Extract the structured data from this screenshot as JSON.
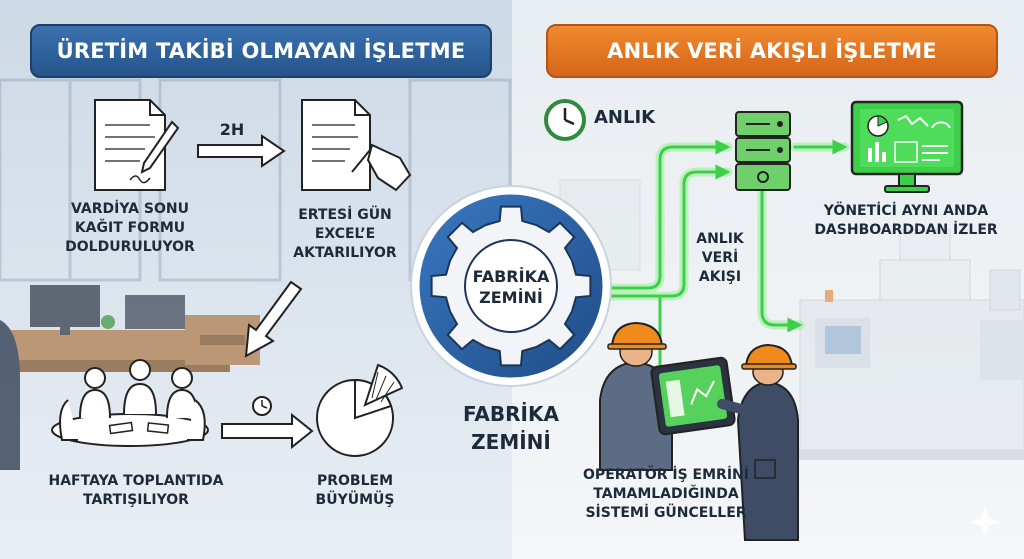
{
  "left_panel": {
    "title": "ÜRETİM TAKİBİ OLMAYAN İŞLETME",
    "arrow_label": "2H",
    "steps": [
      {
        "line1": "VARDİYA SONU",
        "line2": "KAĞIT FORMU",
        "line3": "DOLDURULUYOR"
      },
      {
        "line1": "ERTESİ GÜN",
        "line2": "EXCEL’E",
        "line3": "AKTARILIYOR"
      },
      {
        "line1": "HAFTAYA TOPLANTIDA",
        "line2": "TARTIŞILIYOR"
      },
      {
        "line1": "PROBLEM",
        "line2": "BÜYÜMÜŞ"
      }
    ]
  },
  "right_panel": {
    "title": "ANLIK VERİ AKIŞLI İŞLETME",
    "clock_label": "ANLIK",
    "flow_label": {
      "line1": "ANLIK",
      "line2": "VERİ",
      "line3": "AKIŞI"
    },
    "manager_label": {
      "line1": "YÖNETİCİ AYNI ANDA",
      "line2": "DASHBOARDDAN İZLER"
    },
    "operator_label": {
      "line1": "OPERATÖR İŞ EMRİNİ",
      "line2": "TAMAMLADIĞINDA",
      "line3": "SİSTEMİ GÜNCELLER"
    }
  },
  "center": {
    "gear_line1": "FABRİKA",
    "gear_line2": "ZEMİNİ",
    "caption_line1": "FABRİKA",
    "caption_line2": "ZEMİNİ"
  },
  "colors": {
    "left_banner": "#2e5f98",
    "right_banner": "#e0731f",
    "gear_blue": "#2c62a4",
    "flow_green": "#3ecf4a",
    "server_green": "#6fcf6a"
  }
}
